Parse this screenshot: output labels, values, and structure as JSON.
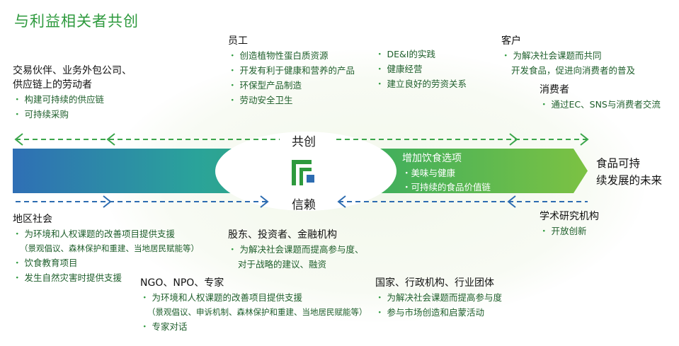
{
  "title": "与利益相关者共创",
  "center": {
    "top_label": "共创",
    "bottom_label": "信赖"
  },
  "future": {
    "line1": "食品可持",
    "line2": "续发展的未来"
  },
  "band_panel": {
    "title": "增加饮食选项",
    "items": [
      "美味与健康",
      "可持续的食品价值链"
    ]
  },
  "groups": {
    "partners": {
      "head_line1": "交易伙伴、业务外包公司、",
      "head_line2": "供应链上的劳动者",
      "items": [
        "构建可持续的供应链",
        "可持续采购"
      ]
    },
    "employees": {
      "head": "员工",
      "items": [
        "创造植物性蛋白质资源",
        "开发有利于健康和营养的产品",
        "环保型产品制造",
        "劳动安全卫生"
      ]
    },
    "employees2": {
      "items": [
        "DE&I的实践",
        "健康经营",
        "建立良好的劳资关系"
      ]
    },
    "customers": {
      "head": "客户",
      "item": "为解决社会课题而共同",
      "item_cont": "开发食品，促进向消费者的普及"
    },
    "consumers": {
      "head": "消费者",
      "items": [
        "通过EC、SNS与消费者交流"
      ]
    },
    "community": {
      "head": "地区社会",
      "item1": "为环境和人权课题的改善项目提供支援",
      "item1_sub": "（景观倡议、森林保护和重建、当地居民赋能等）",
      "items": [
        "饮食教育项目",
        "发生自然灾害时提供支援"
      ]
    },
    "ngo": {
      "head": "NGO、NPO、专家",
      "item1": "为环境和人权课题的改善项目提供支援",
      "item1_sub": "（景观倡议、申诉机制、森林保护和重建、当地居民赋能等）",
      "items": [
        "专家对话"
      ]
    },
    "investors": {
      "head": "股东、投资者、金融机构",
      "item": "为解决社会课题而提高参与度、",
      "item_cont": "对于战略的建议、融资"
    },
    "academia": {
      "head": "学术研究机构",
      "items": [
        "开放创新"
      ]
    },
    "government": {
      "head": "国家、行政机构、行业团体",
      "items": [
        "为解决社会课题而提高参与度",
        "参与市场创造和启蒙活动"
      ]
    }
  },
  "colors": {
    "title_green": "#2e9a3e",
    "band_blue": "#2f6fb5",
    "band_teal": "#2aa39a",
    "band_green": "#6cbf3f",
    "arrow_green": "#3aa54a",
    "arrow_blue": "#2d6cb1"
  }
}
